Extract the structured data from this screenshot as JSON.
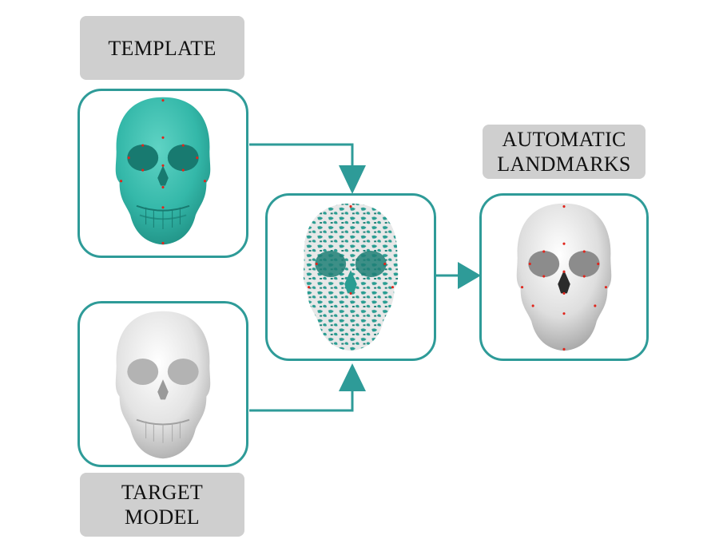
{
  "labels": {
    "template": "TEMPLATE",
    "automatic_line1": "AUTOMATIC",
    "automatic_line2": "LANDMARKS",
    "target_line1": "TARGET",
    "target_line2": "MODEL"
  },
  "colors": {
    "accent": "#2e9b98",
    "template_skull": "#34b8a9",
    "grey_skull": "#dcdcdc",
    "label_bg": "#cfcfcf",
    "landmark": "#e0241b"
  },
  "icons": {
    "template": "teal-skull-icon",
    "target": "white-skull-icon",
    "registration": "overlay-skull-icon",
    "result": "landmarked-skull-icon"
  }
}
